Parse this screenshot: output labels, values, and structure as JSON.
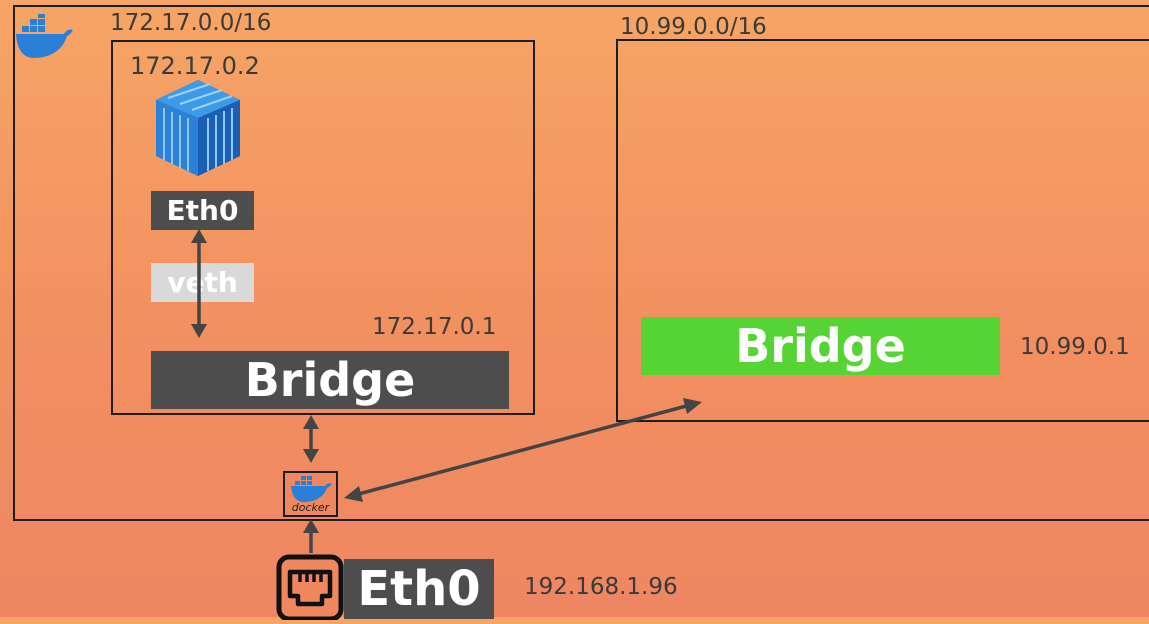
{
  "host": {
    "subnet": "172.17.0.0/16"
  },
  "default_network": {
    "container_ip": "172.17.0.2",
    "eth0_label": "Eth0",
    "veth_label": "veth",
    "bridge_ip": "172.17.0.1",
    "bridge_label": "Bridge"
  },
  "custom_network": {
    "subnet": "10.99.0.0/16",
    "bridge_label": "Bridge",
    "bridge_ip": "10.99.0.1"
  },
  "docker_engine": {
    "label": "docker"
  },
  "host_interface": {
    "label": "Eth0",
    "ip": "192.168.1.96"
  },
  "colors": {
    "bridge_default": "#4d4d4d",
    "bridge_custom": "#55d433",
    "veth_bg": "#d9d9d9",
    "docker_blue": "#2496ed",
    "arrow": "#444444"
  }
}
